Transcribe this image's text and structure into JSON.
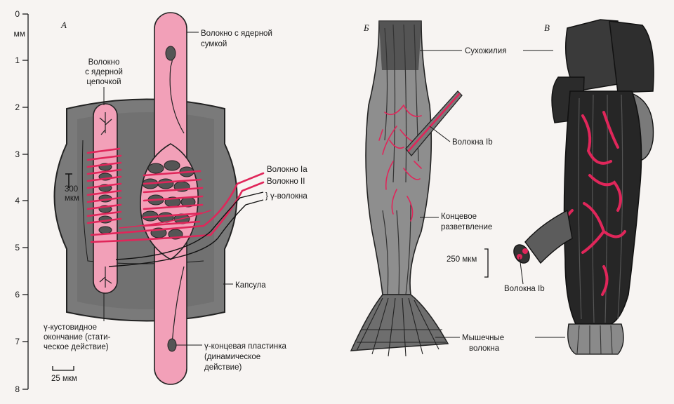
{
  "panels": {
    "a": "А",
    "b": "Б",
    "c": "В"
  },
  "scale": {
    "unit": "мм",
    "ticks": [
      "0",
      "1",
      "2",
      "3",
      "4",
      "5",
      "6",
      "7",
      "8"
    ]
  },
  "panel_a": {
    "nuclear_bag_fiber": [
      "Волокно с ядерной",
      "сумкой"
    ],
    "nuclear_chain_fiber": [
      "Волокно",
      "с ядерной",
      "цепочкой"
    ],
    "fiber_ia": "Волокно Ia",
    "fiber_ii": "Волокно II",
    "gamma_fibers": "} γ-волокна",
    "capsule": "Капсула",
    "scale_300": [
      "300",
      "мкм"
    ],
    "gamma_trail": [
      "γ-кустовидное",
      "окончание (стати-",
      "ческое действие)"
    ],
    "gamma_plate": [
      "γ-концевая пластинка",
      "(динамическое",
      "действие)"
    ],
    "scale_25": "25 мкм"
  },
  "panel_b": {
    "tendons": "Сухожилия",
    "fibers_ib": "Волокна Ib",
    "terminal_branching": [
      "Концевое",
      "разветвление"
    ],
    "muscle_fibers": [
      "Мышечные",
      "волокна"
    ]
  },
  "panel_c": {
    "scale_250": "250 мкм",
    "fibers_ib": "Волокна Ib"
  },
  "colors": {
    "accent_red": "#e0265a",
    "pink": "#f2a0b8",
    "dark": "#2e2e2e",
    "capsule_gray": "#7a7a7a"
  }
}
